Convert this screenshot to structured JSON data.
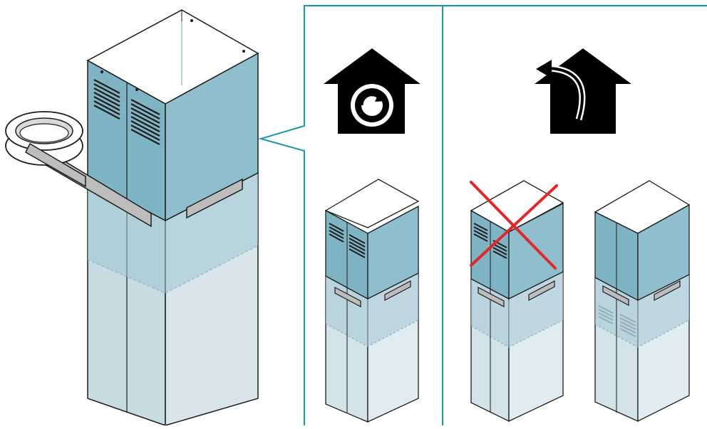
{
  "diagram": {
    "description_free": true,
    "colors": {
      "duct_top": "#86b9c8",
      "duct_top_dark": "#6fa6b7",
      "duct_bottom": "#b8d3dc",
      "duct_bottom_light": "#dbe7ec",
      "panel_line": "#1d1d1b",
      "frame": "#1a9aa6",
      "strap": "#b9b9b9",
      "icon": "#000000",
      "cross": "#e32629"
    },
    "icons": {
      "recirculation": "house-recirculation-icon",
      "extraction": "house-extraction-icon",
      "tape_roll": "adhesive-tape-roll-icon",
      "forbidden": "red-cross-icon"
    },
    "panels": [
      {
        "name": "recirculation-mode",
        "icon": "house-recirculation-icon",
        "variants": 1
      },
      {
        "name": "extraction-mode",
        "icon": "house-extraction-icon",
        "variants": 2,
        "first_variant_forbidden": true
      }
    ]
  }
}
